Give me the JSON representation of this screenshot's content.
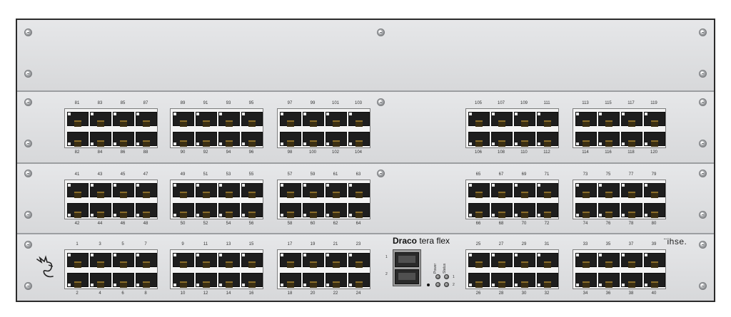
{
  "brand": {
    "name_bold": "Draco",
    "name_rest": " tera flex",
    "maker": "¨ihse."
  },
  "status_panel": {
    "power_label": "Power",
    "status_label": "Status",
    "led1_label": "1",
    "led2_label": "2",
    "sfp1_label": "1",
    "sfp2_label": "2"
  },
  "rows": [
    {
      "ports_top": [
        "81",
        "83",
        "85",
        "87",
        "89",
        "91",
        "93",
        "95",
        "97",
        "99",
        "101",
        "103",
        "105",
        "107",
        "109",
        "111",
        "113",
        "115",
        "117",
        "119"
      ],
      "ports_bottom": [
        "82",
        "84",
        "86",
        "88",
        "90",
        "92",
        "94",
        "96",
        "98",
        "100",
        "102",
        "104",
        "106",
        "108",
        "110",
        "112",
        "114",
        "116",
        "118",
        "120"
      ]
    },
    {
      "ports_top": [
        "41",
        "43",
        "45",
        "47",
        "49",
        "51",
        "53",
        "55",
        "57",
        "59",
        "61",
        "63",
        "65",
        "67",
        "69",
        "71",
        "73",
        "75",
        "77",
        "79"
      ],
      "ports_bottom": [
        "42",
        "44",
        "46",
        "48",
        "50",
        "52",
        "54",
        "56",
        "58",
        "60",
        "62",
        "64",
        "66",
        "68",
        "70",
        "72",
        "74",
        "76",
        "78",
        "80"
      ]
    },
    {
      "ports_top": [
        "1",
        "3",
        "5",
        "7",
        "9",
        "11",
        "13",
        "15",
        "17",
        "19",
        "21",
        "23",
        "25",
        "27",
        "29",
        "31",
        "33",
        "35",
        "37",
        "39"
      ],
      "ports_bottom": [
        "2",
        "4",
        "6",
        "8",
        "10",
        "12",
        "14",
        "16",
        "18",
        "20",
        "22",
        "24",
        "26",
        "28",
        "30",
        "32",
        "34",
        "36",
        "38",
        "40"
      ]
    }
  ],
  "colors": {
    "chassis": "#cfd1d3",
    "port": "#1e1e1e",
    "contact": "#8a6d2a"
  }
}
